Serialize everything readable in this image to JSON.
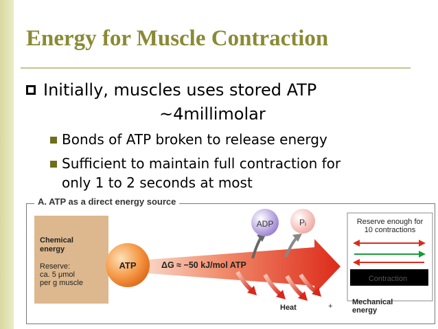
{
  "slide": {
    "title": "Energy for Muscle Contraction",
    "bullet1_line1": "Initially, muscles uses stored ATP",
    "bullet1_line2": "~4millimolar",
    "sub_bullets": [
      "Bonds of ATP broken to release energy",
      "Sufficient to maintain full contraction for",
      "only 1 to 2 seconds at most"
    ]
  },
  "figure": {
    "caption": "A. ATP as a direct energy source",
    "chemical_energy_line1": "Chemical",
    "chemical_energy_line2": "energy",
    "reserve_line1": "Reserve:",
    "reserve_line2": "ca. 5 μmol",
    "reserve_line3": "per g muscle",
    "atp": "ATP",
    "delta_g": "ΔG ≈ −50 kJ/mol ATP",
    "adp": "ADP",
    "pi": "Pᵢ",
    "reserve_enough_line1": "Reserve enough for",
    "reserve_enough_line2": "10 contractions",
    "contraction": "Contraction",
    "heat": "Heat",
    "plus": "+",
    "mechanical_line1": "Mechanical",
    "mechanical_line2": "energy"
  },
  "colors": {
    "title": "#8a8a35",
    "bullet_sub": "#6e6f1c",
    "chem_box": "#ddb88e",
    "atp_ball": "#ee7a2a",
    "arrow_red": "#dd2a1a",
    "adp_ball": "#9a7fd0",
    "pi_ball": "#f1a8a0",
    "green_arrow": "#1a9a3a"
  }
}
